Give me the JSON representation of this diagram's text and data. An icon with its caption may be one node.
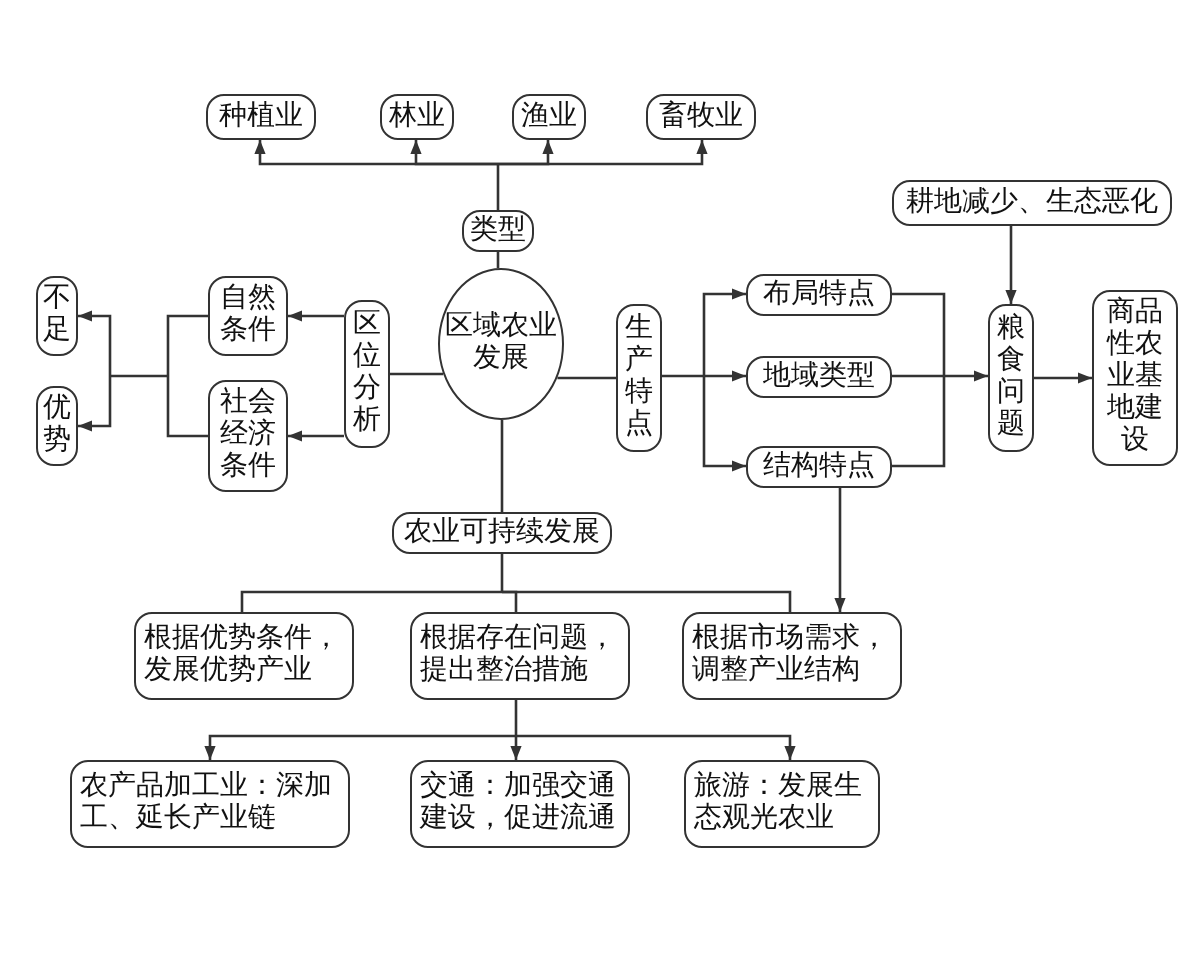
{
  "diagram": {
    "nodes": [
      {
        "text": [
          "种植业"
        ]
      },
      {
        "text": [
          "林业"
        ]
      },
      {
        "text": [
          "渔业"
        ]
      },
      {
        "text": [
          "畜牧业"
        ]
      },
      {
        "text": [
          "耕地减少、生态恶化"
        ]
      },
      {
        "text": [
          "类型"
        ]
      },
      {
        "text": [
          "不足"
        ]
      },
      {
        "text": [
          "自然条件"
        ]
      },
      {
        "text": [
          "区位分析"
        ]
      },
      {
        "text": [
          "区域农业发展"
        ]
      },
      {
        "text": [
          "生产特点"
        ]
      },
      {
        "text": [
          "布局特点"
        ]
      },
      {
        "text": [
          "地域类型"
        ]
      },
      {
        "text": [
          "粮食问题"
        ]
      },
      {
        "text": [
          "商品性农业基地建设"
        ]
      },
      {
        "text": [
          "优势"
        ]
      },
      {
        "text": [
          "社会经济条件"
        ]
      },
      {
        "text": [
          "结构特点"
        ]
      },
      {
        "text": [
          "农业可持续发展"
        ]
      },
      {
        "text": [
          "根据优势条件，发展优势产业"
        ]
      },
      {
        "text": [
          "根据存在问题，提出整治措施"
        ]
      },
      {
        "text": [
          "根据市场需求，调整产业结构"
        ]
      },
      {
        "text": [
          "农产品加工业：深加工、延长产业链"
        ]
      },
      {
        "text": [
          "交通：加强交通建设，促进流通"
        ]
      },
      {
        "text": [
          "旅游：发展生态观光农业"
        ]
      }
    ],
    "edges": [
      {
        "from": 5,
        "to": 0,
        "arrow": "to"
      },
      {
        "from": 5,
        "to": 1,
        "arrow": "to"
      },
      {
        "from": 5,
        "to": 2,
        "arrow": "to"
      },
      {
        "from": 5,
        "to": 3,
        "arrow": "to"
      },
      {
        "from": 9,
        "to": 5,
        "arrow": "none"
      },
      {
        "from": 9,
        "to": 8,
        "arrow": "none"
      },
      {
        "from": 8,
        "to": 7,
        "arrow": "to"
      },
      {
        "from": 8,
        "to": 16,
        "arrow": "to"
      },
      {
        "from": 7,
        "to": 6,
        "arrow": "to"
      },
      {
        "from": 7,
        "to": 15,
        "arrow": "to"
      },
      {
        "from": 16,
        "to": 6,
        "arrow": "to"
      },
      {
        "from": 16,
        "to": 15,
        "arrow": "to"
      },
      {
        "from": 9,
        "to": 10,
        "arrow": "none"
      },
      {
        "from": 10,
        "to": 11,
        "arrow": "to"
      },
      {
        "from": 10,
        "to": 12,
        "arrow": "to"
      },
      {
        "from": 10,
        "to": 17,
        "arrow": "to"
      },
      {
        "from": 11,
        "to": 13,
        "arrow": "to"
      },
      {
        "from": 12,
        "to": 13,
        "arrow": "to"
      },
      {
        "from": 17,
        "to": 13,
        "arrow": "to"
      },
      {
        "from": 4,
        "to": 13,
        "arrow": "to"
      },
      {
        "from": 13,
        "to": 14,
        "arrow": "to"
      },
      {
        "from": 17,
        "to": 21,
        "arrow": "to"
      },
      {
        "from": 9,
        "to": 18,
        "arrow": "none"
      },
      {
        "from": 18,
        "to": 19,
        "arrow": "none"
      },
      {
        "from": 18,
        "to": 20,
        "arrow": "none"
      },
      {
        "from": 18,
        "to": 21,
        "arrow": "none"
      },
      {
        "from": 20,
        "to": 22,
        "arrow": "to"
      },
      {
        "from": 20,
        "to": 23,
        "arrow": "to"
      },
      {
        "from": 20,
        "to": 24,
        "arrow": "to"
      }
    ]
  }
}
